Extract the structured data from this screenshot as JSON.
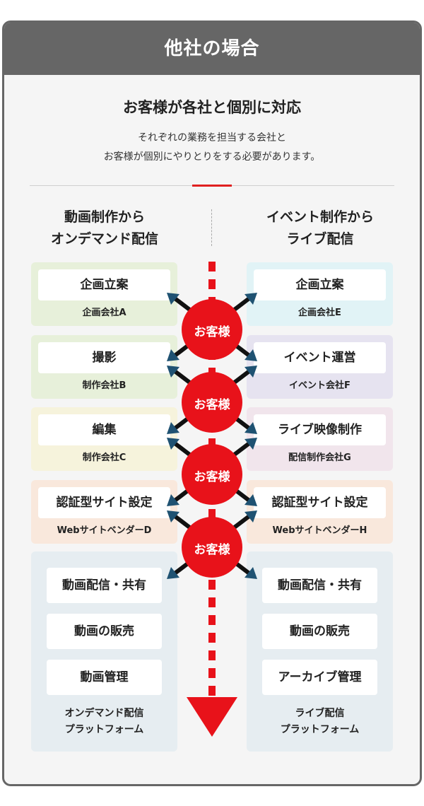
{
  "header": {
    "title": "他社の場合"
  },
  "intro": {
    "headline": "お客様が各社と個別に対応",
    "desc_line1": "それぞれの業務を担当する会社と",
    "desc_line2": "お客様が個別にやりとりをする必要があります。"
  },
  "columns": {
    "left": {
      "title_line1": "動画制作から",
      "title_line2": "オンデマンド配信"
    },
    "right": {
      "title_line1": "イベント制作から",
      "title_line2": "ライブ配信"
    }
  },
  "left_steps": [
    {
      "task": "企画立案",
      "company": "企画会社A",
      "color": "#e7f0da"
    },
    {
      "task": "撮影",
      "company": "制作会社B",
      "color": "#e7f0da"
    },
    {
      "task": "編集",
      "company": "制作会社C",
      "color": "#f6f3dc"
    },
    {
      "task": "認証型サイト設定",
      "company": "WebサイトベンダーD",
      "color": "#f9e8dc"
    }
  ],
  "right_steps": [
    {
      "task": "企画立案",
      "company": "企画会社E",
      "color": "#e1f3f6"
    },
    {
      "task": "イベント運営",
      "company": "イベント会社F",
      "color": "#e6e3f0"
    },
    {
      "task": "ライブ映像制作",
      "company": "配信制作会社G",
      "color": "#f1e5ec"
    },
    {
      "task": "認証型サイト設定",
      "company": "WebサイトベンダーH",
      "color": "#f9e8dc"
    }
  ],
  "left_platform": {
    "items": [
      "動画配信・共有",
      "動画の販売",
      "動画管理"
    ],
    "footer_line1": "オンデマンド配信",
    "footer_line2": "プラットフォーム"
  },
  "right_platform": {
    "items": [
      "動画配信・共有",
      "動画の販売",
      "アーカイブ管理"
    ],
    "footer_line1": "ライブ配信",
    "footer_line2": "プラットフォーム"
  },
  "customer": {
    "label": "お客様"
  },
  "colors": {
    "accent": "#e8121a",
    "arrow": "#1f5272",
    "header": "#666666"
  }
}
